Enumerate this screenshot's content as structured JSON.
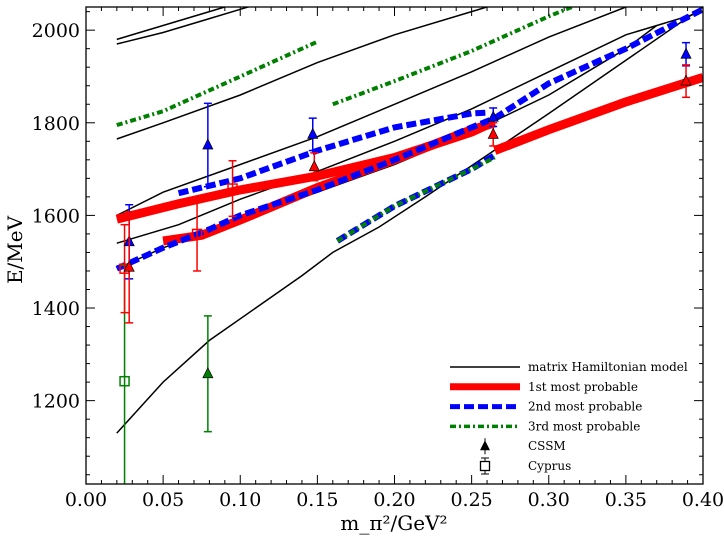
{
  "chart_data": {
    "type": "line",
    "xlabel": "m_π²/GeV²",
    "ylabel": "E/MeV",
    "xlim": [
      0.0,
      0.4
    ],
    "ylim": [
      1020,
      2050
    ],
    "x_ticks": [
      "0.00",
      "0.05",
      "0.10",
      "0.15",
      "0.20",
      "0.25",
      "0.30",
      "0.35",
      "0.40"
    ],
    "y_ticks": [
      "1200",
      "1400",
      "1600",
      "1800",
      "2000"
    ],
    "grid": false,
    "legend_position": "bottom-right",
    "legend": [
      {
        "label": "matrix Hamiltonian model",
        "style": "thin-black",
        "color": "#000000"
      },
      {
        "label": "1st most probable",
        "style": "thick-red",
        "color": "#ff0000"
      },
      {
        "label": "2nd most probable",
        "style": "dashed-blue",
        "color": "#0000ff"
      },
      {
        "label": "3rd most probable",
        "style": "dashdot-green",
        "color": "#008000"
      },
      {
        "label": "CSSM",
        "style": "triangle",
        "color": "#000000"
      },
      {
        "label": "Cyprus",
        "style": "square",
        "color": "#000000"
      }
    ],
    "model_curves": [
      {
        "x": [
          0.02,
          0.05,
          0.08,
          0.11,
          0.14,
          0.16,
          0.19,
          0.22,
          0.26,
          0.3,
          0.35,
          0.4
        ],
        "y": [
          1130,
          1240,
          1330,
          1400,
          1470,
          1520,
          1575,
          1640,
          1730,
          1820,
          1935,
          2050
        ]
      },
      {
        "x": [
          0.02,
          0.05,
          0.1,
          0.15,
          0.2,
          0.25,
          0.3,
          0.35,
          0.37
        ],
        "y": [
          1485,
          1530,
          1590,
          1650,
          1710,
          1780,
          1860,
          1960,
          2010
        ]
      },
      {
        "x": [
          0.02,
          0.06,
          0.1,
          0.15,
          0.2,
          0.25,
          0.3,
          0.35,
          0.4
        ],
        "y": [
          1540,
          1580,
          1635,
          1695,
          1760,
          1830,
          1910,
          1990,
          2040
        ]
      },
      {
        "x": [
          0.02,
          0.05,
          0.1,
          0.15,
          0.2,
          0.25,
          0.3,
          0.35,
          0.4
        ],
        "y": [
          1600,
          1650,
          1710,
          1770,
          1840,
          1910,
          1985,
          2050,
          2120
        ]
      },
      {
        "x": [
          0.02,
          0.05,
          0.1,
          0.15,
          0.2,
          0.25,
          0.31
        ],
        "y": [
          1765,
          1800,
          1860,
          1930,
          1990,
          2040,
          2100
        ]
      },
      {
        "x": [
          0.02,
          0.05,
          0.08,
          0.1,
          0.13
        ],
        "y": [
          1970,
          1995,
          2025,
          2045,
          2075
        ]
      },
      {
        "x": [
          0.02,
          0.05,
          0.08,
          0.11
        ],
        "y": [
          1980,
          2010,
          2040,
          2070
        ]
      }
    ],
    "series": [
      {
        "name": "1st most probable",
        "segments": [
          {
            "x": [
              0.02,
              0.06,
              0.1,
              0.15,
              0.2,
              0.25,
              0.263
            ],
            "y": [
              1592,
              1625,
              1655,
              1685,
              1725,
              1780,
              1800
            ]
          },
          {
            "x": [
              0.05,
              0.075,
              0.1,
              0.15,
              0.2,
              0.25,
              0.265
            ],
            "y": [
              1545,
              1557,
              1590,
              1660,
              1720,
              1785,
              1800
            ]
          },
          {
            "x": [
              0.265,
              0.3,
              0.35,
              0.4
            ],
            "y": [
              1740,
              1785,
              1845,
              1898
            ]
          }
        ]
      },
      {
        "name": "2nd most probable",
        "segments": [
          {
            "x": [
              0.02,
              0.05,
              0.08,
              0.1,
              0.15,
              0.2,
              0.25,
              0.265
            ],
            "y": [
              1485,
              1530,
              1570,
              1600,
              1655,
              1720,
              1790,
              1810
            ]
          },
          {
            "x": [
              0.06,
              0.1,
              0.15,
              0.2,
              0.25,
              0.26
            ],
            "y": [
              1648,
              1680,
              1740,
              1790,
              1820,
              1822
            ]
          },
          {
            "x": [
              0.265,
              0.3,
              0.35,
              0.4
            ],
            "y": [
              1810,
              1885,
              1960,
              2045
            ]
          },
          {
            "x": [
              0.163,
              0.2,
              0.25,
              0.265
            ],
            "y": [
              1545,
              1620,
              1700,
              1730
            ]
          }
        ]
      },
      {
        "name": "3rd most probable",
        "segments": [
          {
            "x": [
              0.02,
              0.05,
              0.1,
              0.15
            ],
            "y": [
              1795,
              1825,
              1900,
              1975
            ]
          },
          {
            "x": [
              0.163,
              0.2,
              0.25,
              0.265
            ],
            "y": [
              1545,
              1620,
              1700,
              1725
            ]
          },
          {
            "x": [
              0.16,
              0.2,
              0.25,
              0.3,
              0.315
            ],
            "y": [
              1840,
              1890,
              1955,
              2030,
              2050
            ]
          }
        ]
      }
    ],
    "cssm_points": [
      {
        "x": 0.028,
        "y": 1543,
        "err": 80,
        "color": "#0000ff"
      },
      {
        "x": 0.028,
        "y": 1488,
        "err": 120,
        "color": "#ff0000"
      },
      {
        "x": 0.079,
        "y": 1752,
        "err": 90,
        "color": "#0000ff"
      },
      {
        "x": 0.079,
        "y": 1258,
        "err": 125,
        "color": "#008000"
      },
      {
        "x": 0.147,
        "y": 1775,
        "err": 35,
        "color": "#0000ff"
      },
      {
        "x": 0.148,
        "y": 1705,
        "err": 30,
        "color": "#ff0000"
      },
      {
        "x": 0.264,
        "y": 1812,
        "err": 20,
        "color": "#0000ff"
      },
      {
        "x": 0.264,
        "y": 1775,
        "err": 25,
        "color": "#ff0000"
      },
      {
        "x": 0.389,
        "y": 1948,
        "err": 25,
        "color": "#0000ff"
      },
      {
        "x": 0.389,
        "y": 1890,
        "err": 35,
        "color": "#ff0000"
      }
    ],
    "cyprus_points": [
      {
        "x": 0.025,
        "y": 1242,
        "err": 250,
        "color": "#008000"
      },
      {
        "x": 0.025,
        "y": 1485,
        "err": 95,
        "color": "#ff0000"
      },
      {
        "x": 0.072,
        "y": 1560,
        "err": 80,
        "color": "#ff0000"
      },
      {
        "x": 0.095,
        "y": 1658,
        "err": 60,
        "color": "#ff0000"
      }
    ]
  }
}
